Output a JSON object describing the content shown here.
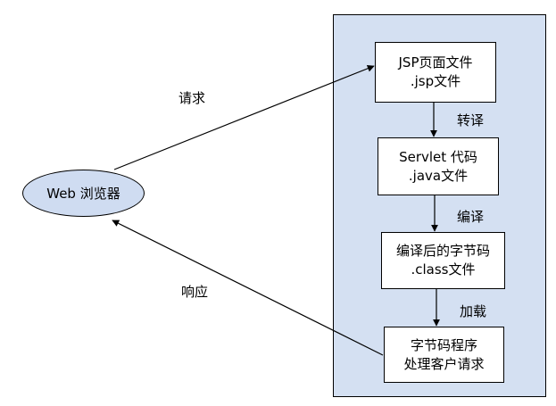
{
  "browser": {
    "label": "Web 浏览器"
  },
  "arrows": {
    "request": "请求",
    "response": "响应"
  },
  "flow": {
    "box1": {
      "line1": "JSP页面文件",
      "line2": ".jsp文件"
    },
    "step1": "转译",
    "box2": {
      "line1": "Servlet 代码",
      "line2": ".java文件"
    },
    "step2": "编译",
    "box3": {
      "line1": "编译后的字节码",
      "line2": ".class文件"
    },
    "step3": "加载",
    "box4": {
      "line1": "字节码程序",
      "line2": "处理客户请求"
    }
  }
}
